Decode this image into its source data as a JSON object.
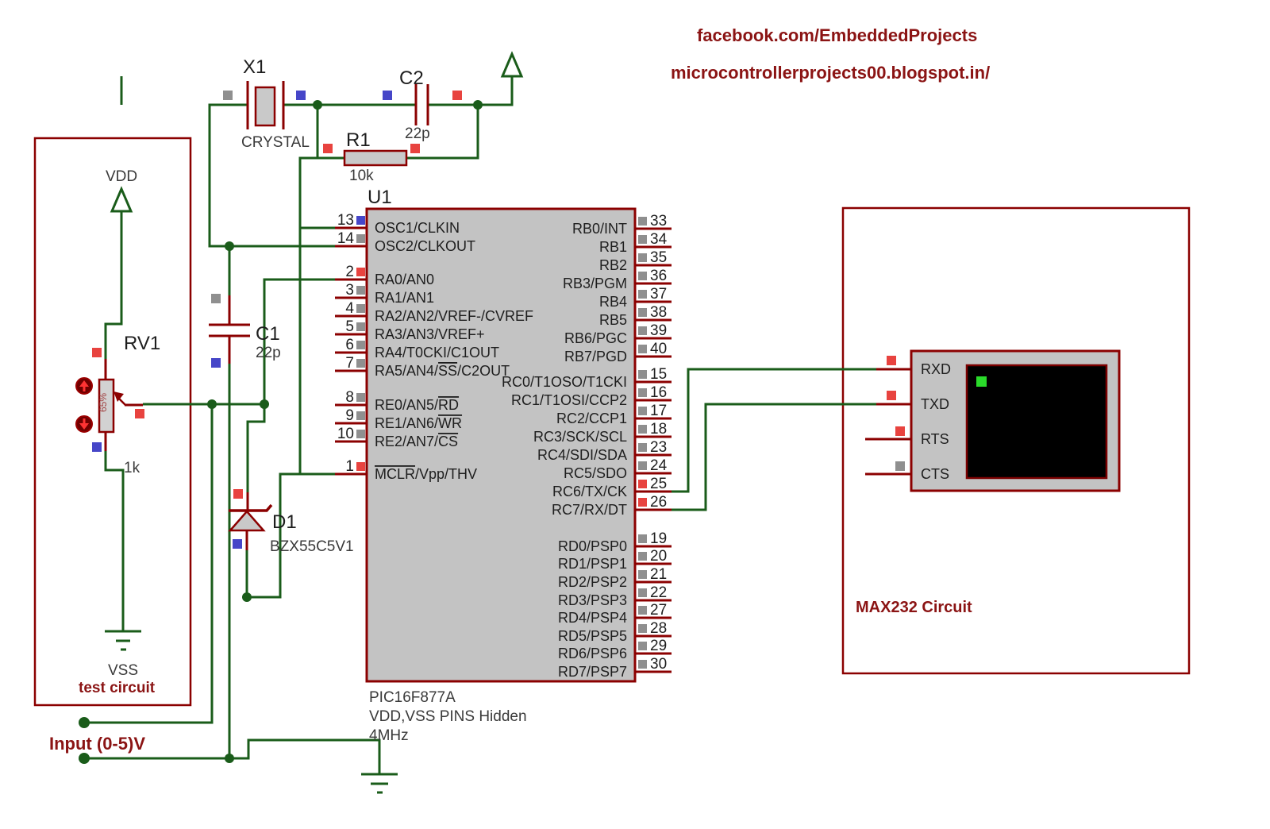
{
  "header": {
    "line1": "facebook.com/EmbeddedProjects",
    "line2": "microcontrollerprojects00.blogspot.in/"
  },
  "colors": {
    "wire_green": "#1a5c1a",
    "component_maroon": "#8b0000",
    "chip_fill": "#c3c3c3",
    "marker_red": "#e8433f",
    "marker_blue": "#4646c8",
    "marker_gray": "#8f8f8f",
    "caption_maroon": "#8b1414",
    "screen_black": "#000000",
    "screen_cursor": "#2adb2a"
  },
  "test_circuit": {
    "caption": "test circuit",
    "vdd_label": "VDD",
    "vss_label": "VSS",
    "input_label": "Input (0-5)V",
    "pot": {
      "ref": "RV1",
      "value": "1k",
      "percent": "65%"
    }
  },
  "oscillator": {
    "crystal": {
      "ref": "X1",
      "value": "CRYSTAL"
    },
    "c1": {
      "ref": "C1",
      "value": "22p"
    },
    "c2": {
      "ref": "C2",
      "value": "22p"
    },
    "r1": {
      "ref": "R1",
      "value": "10k"
    }
  },
  "diode": {
    "ref": "D1",
    "value": "BZX55C5V1"
  },
  "chip": {
    "ref": "U1",
    "notes": [
      "PIC16F877A",
      "VDD,VSS PINS Hidden",
      "4MHz"
    ],
    "left_pins": [
      {
        "num": "13",
        "marker": "blue",
        "label": [
          [
            "OSC1/CLKIN",
            0
          ]
        ]
      },
      {
        "num": "14",
        "marker": "gray",
        "label": [
          [
            "OSC2/CLKOUT",
            0
          ]
        ]
      },
      {
        "num": "2",
        "marker": "red",
        "label": [
          [
            "RA0/AN0",
            0
          ]
        ]
      },
      {
        "num": "3",
        "marker": "gray",
        "label": [
          [
            "RA1/AN1",
            0
          ]
        ]
      },
      {
        "num": "4",
        "marker": "gray",
        "label": [
          [
            "RA2/AN2/VREF-/CVREF",
            0
          ]
        ]
      },
      {
        "num": "5",
        "marker": "gray",
        "label": [
          [
            "RA3/AN3/VREF+",
            0
          ]
        ]
      },
      {
        "num": "6",
        "marker": "gray",
        "label": [
          [
            "RA4/T0CKI/C1OUT",
            0
          ]
        ]
      },
      {
        "num": "7",
        "marker": "gray",
        "label": [
          [
            "RA5/AN4/",
            0
          ],
          [
            "SS",
            1
          ],
          [
            "/C2OUT",
            0
          ]
        ]
      },
      {
        "num": "8",
        "marker": "gray",
        "label": [
          [
            "RE0/AN5/",
            0
          ],
          [
            "RD",
            1
          ]
        ]
      },
      {
        "num": "9",
        "marker": "gray",
        "label": [
          [
            "RE1/AN6/",
            0
          ],
          [
            "WR",
            1
          ]
        ]
      },
      {
        "num": "10",
        "marker": "gray",
        "label": [
          [
            "RE2/AN7/",
            0
          ],
          [
            "CS",
            1
          ]
        ]
      },
      {
        "num": "1",
        "marker": "red",
        "label": [
          [
            "MCLR",
            1
          ],
          [
            "/Vpp/THV",
            0
          ]
        ]
      }
    ],
    "right_pins": [
      {
        "num": "33",
        "marker": "gray",
        "label": [
          [
            "RB0/INT",
            0
          ]
        ]
      },
      {
        "num": "34",
        "marker": "gray",
        "label": [
          [
            "RB1",
            0
          ]
        ]
      },
      {
        "num": "35",
        "marker": "gray",
        "label": [
          [
            "RB2",
            0
          ]
        ]
      },
      {
        "num": "36",
        "marker": "gray",
        "label": [
          [
            "RB3/PGM",
            0
          ]
        ]
      },
      {
        "num": "37",
        "marker": "gray",
        "label": [
          [
            "RB4",
            0
          ]
        ]
      },
      {
        "num": "38",
        "marker": "gray",
        "label": [
          [
            "RB5",
            0
          ]
        ]
      },
      {
        "num": "39",
        "marker": "gray",
        "label": [
          [
            "RB6/PGC",
            0
          ]
        ]
      },
      {
        "num": "40",
        "marker": "gray",
        "label": [
          [
            "RB7/PGD",
            0
          ]
        ]
      },
      {
        "num": "15",
        "marker": "gray",
        "label": [
          [
            "RC0/T1OSO/T1CKI",
            0
          ]
        ]
      },
      {
        "num": "16",
        "marker": "gray",
        "label": [
          [
            "RC1/T1OSI/CCP2",
            0
          ]
        ]
      },
      {
        "num": "17",
        "marker": "gray",
        "label": [
          [
            "RC2/CCP1",
            0
          ]
        ]
      },
      {
        "num": "18",
        "marker": "gray",
        "label": [
          [
            "RC3/SCK/SCL",
            0
          ]
        ]
      },
      {
        "num": "23",
        "marker": "gray",
        "label": [
          [
            "RC4/SDI/SDA",
            0
          ]
        ]
      },
      {
        "num": "24",
        "marker": "gray",
        "label": [
          [
            "RC5/SDO",
            0
          ]
        ]
      },
      {
        "num": "25",
        "marker": "red",
        "label": [
          [
            "RC6/TX/CK",
            0
          ]
        ]
      },
      {
        "num": "26",
        "marker": "red",
        "label": [
          [
            "RC7/RX/DT",
            0
          ]
        ]
      },
      {
        "num": "19",
        "marker": "gray",
        "label": [
          [
            "RD0/PSP0",
            0
          ]
        ]
      },
      {
        "num": "20",
        "marker": "gray",
        "label": [
          [
            "RD1/PSP1",
            0
          ]
        ]
      },
      {
        "num": "21",
        "marker": "gray",
        "label": [
          [
            "RD2/PSP2",
            0
          ]
        ]
      },
      {
        "num": "22",
        "marker": "gray",
        "label": [
          [
            "RD3/PSP3",
            0
          ]
        ]
      },
      {
        "num": "27",
        "marker": "gray",
        "label": [
          [
            "RD4/PSP4",
            0
          ]
        ]
      },
      {
        "num": "28",
        "marker": "gray",
        "label": [
          [
            "RD5/PSP5",
            0
          ]
        ]
      },
      {
        "num": "29",
        "marker": "gray",
        "label": [
          [
            "RD6/PSP6",
            0
          ]
        ]
      },
      {
        "num": "30",
        "marker": "gray",
        "label": [
          [
            "RD7/PSP7",
            0
          ]
        ]
      }
    ]
  },
  "max232": {
    "caption": "MAX232 Circuit",
    "terminal_pins": [
      {
        "label": "RXD",
        "marker": "red"
      },
      {
        "label": "TXD",
        "marker": "red"
      },
      {
        "label": "RTS",
        "marker": "red"
      },
      {
        "label": "CTS",
        "marker": "gray"
      }
    ]
  }
}
